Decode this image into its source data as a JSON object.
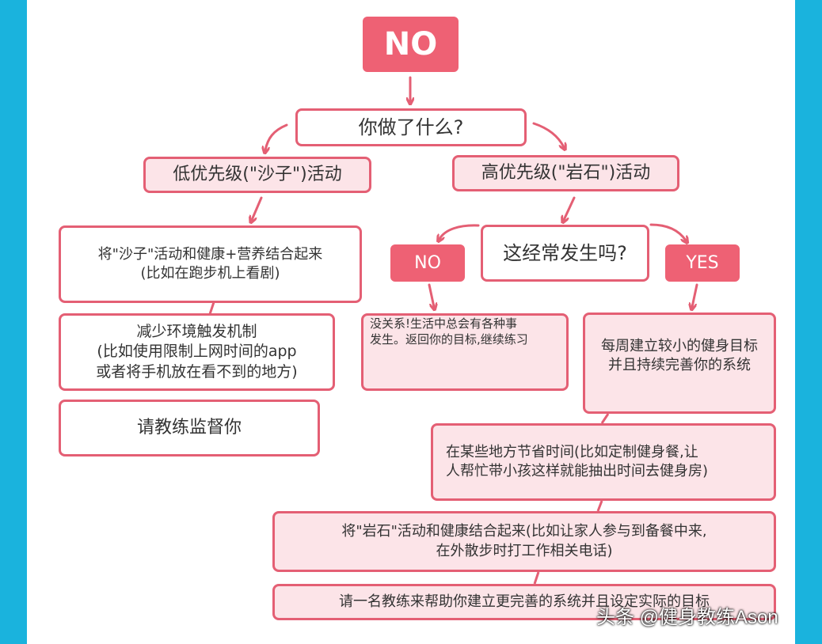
{
  "top": {
    "label": "NO"
  },
  "question1": {
    "label": "你做了什么?"
  },
  "low_priority": {
    "label": "低优先级(\"沙子\")活动"
  },
  "high_priority": {
    "label": "高优先级(\"岩石\")活动"
  },
  "low_actions": [
    {
      "line1": "将\"沙子\"活动和健康+营养结合起来",
      "line2": "(比如在跑步机上看剧)"
    },
    {
      "line1": "减少环境触发机制",
      "line2": "(比如使用限制上网时间的app",
      "line3": "或者将手机放在看不到的地方)"
    },
    {
      "line1": "请教练监督你"
    }
  ],
  "question2": {
    "label": "这经常发生吗?"
  },
  "branch_no": {
    "label": "NO"
  },
  "branch_yes": {
    "label": "YES"
  },
  "no_result": {
    "line1": "没关系!生活中总会有各种事",
    "line2": "发生。返回你的目标,继续练习"
  },
  "yes_result": {
    "line1": "每周建立较小的健身目标",
    "line2": "并且持续完善你的系统"
  },
  "yes_steps": [
    {
      "line1": "在某些地方节省时间(比如定制健身餐,让",
      "line2": "人帮忙带小孩这样就能抽出时间去健身房)"
    },
    {
      "line1": "将\"岩石\"活动和健康结合起来(比如让家人参与到备餐中来,",
      "line2": "在外散步时打工作相关电话)"
    },
    {
      "line1": "请一名教练来帮助你建立更完善的系统并且设定实际的目标"
    }
  ],
  "watermark": "头条 @健身教练Ason",
  "colors": {
    "accent": "#e45f74",
    "solid": "#ee6174",
    "pink_fill": "#fce4e8",
    "side_bg": "#1ab3dd"
  }
}
